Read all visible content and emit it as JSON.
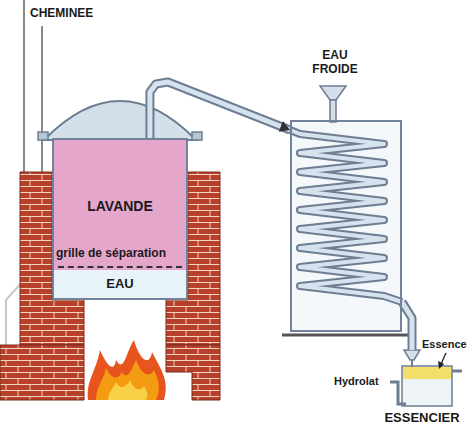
{
  "diagram": {
    "nodes": [
      {
        "text": [
          "LAVANDE"
        ]
      },
      {
        "text": [
          "EAU"
        ],
        "in": 0
      },
      {
        "text": [
          "EAU FROIDE"
        ]
      },
      {
        "text": [
          "ESSENCIER"
        ]
      }
    ],
    "edges": [
      {
        "from": 0,
        "to": 2,
        "arrow": "to"
      },
      {
        "from": 2,
        "to": 3,
        "arrow": "none"
      }
    ],
    "labels": [
      "CHEMINEE",
      "grille de séparation",
      "Hydrolat",
      "Essence"
    ]
  }
}
